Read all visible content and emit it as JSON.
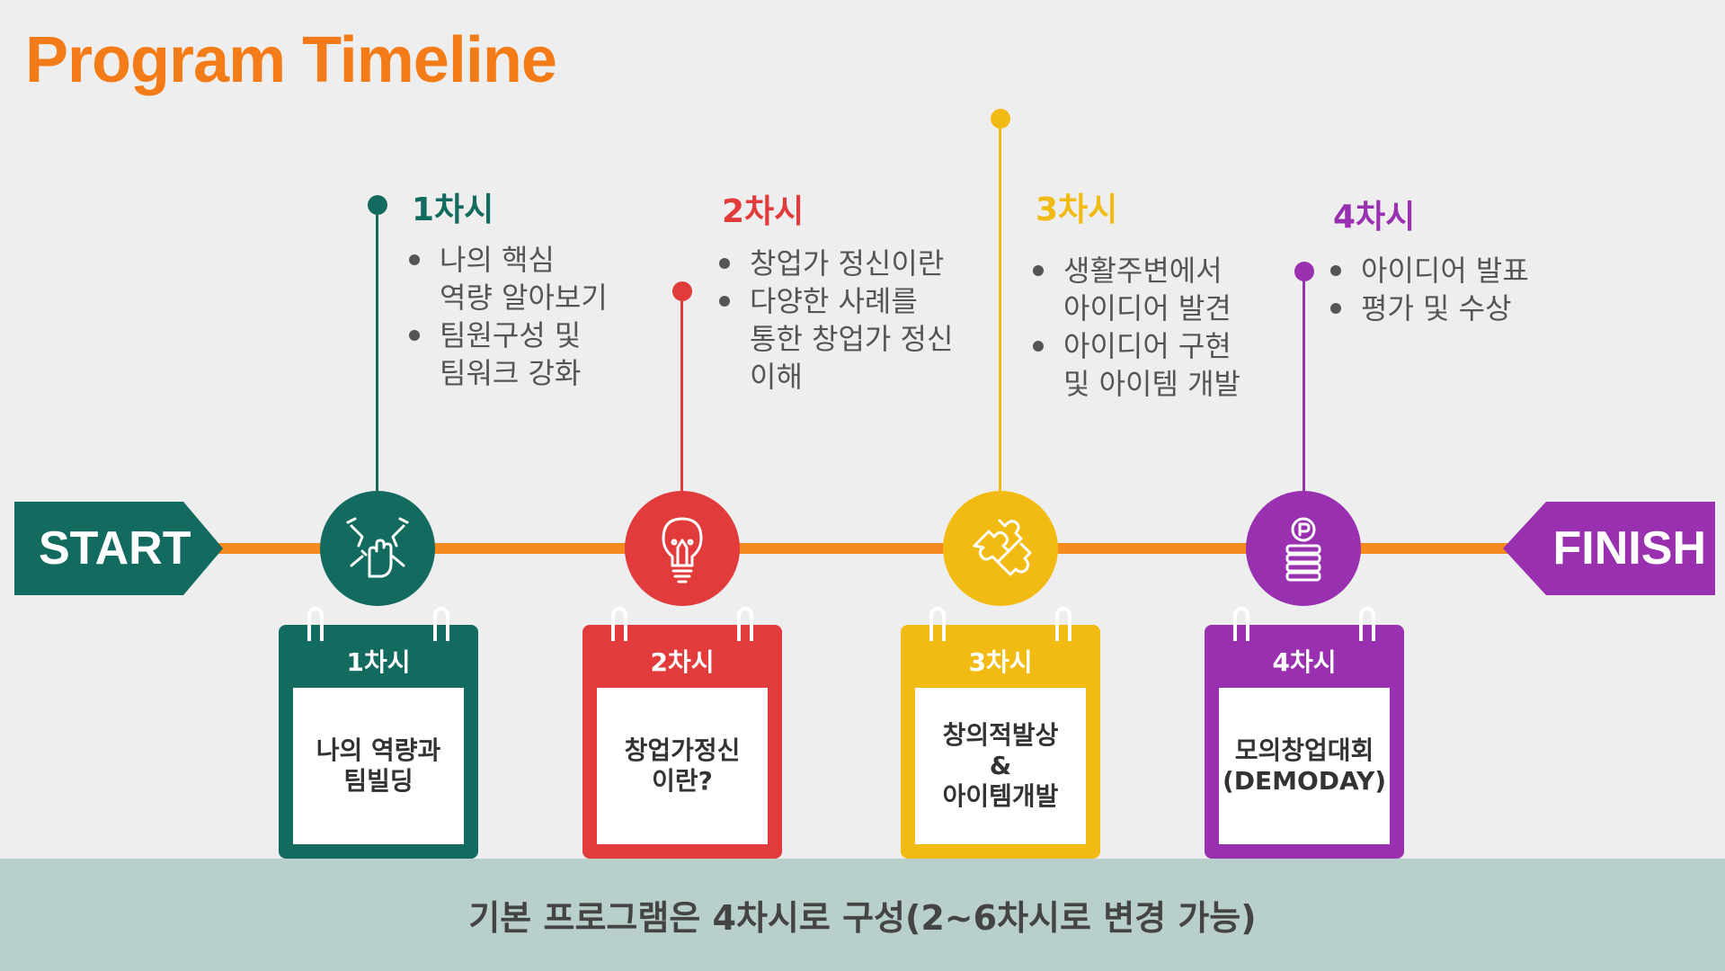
{
  "title": "Program Timeline",
  "start_label": "START",
  "finish_label": "FINISH",
  "colors": {
    "title": "#f47c18",
    "timeline": "#f58a1f",
    "start": "#126b5e",
    "finish": "#9830b0",
    "footer_bg": "#b8cfcb"
  },
  "sessions": [
    {
      "title": "1차시",
      "color": "#126b5e",
      "icon": "teamwork-hands-icon",
      "points": [
        "나의 핵심\n역량 알아보기",
        "팀원구성 및\n팀워크 강화"
      ],
      "card_label": "1차시",
      "card_text": "나의 역량과\n팀빌딩"
    },
    {
      "title": "2차시",
      "color": "#e23b3b",
      "icon": "lightbulb-icon",
      "points": [
        "창업가 정신이란",
        "다양한 사례를\n통한 창업가 정신\n이해"
      ],
      "card_label": "2차시",
      "card_text": "창업가정신\n이란?"
    },
    {
      "title": "3차시",
      "color": "#f2bb14",
      "icon": "puzzle-icon",
      "points": [
        "생활주변에서\n아이디어 발견",
        "아이디어 구현\n및 아이템 개발"
      ],
      "card_label": "3차시",
      "card_text": "창의적발상\n&\n아이템개발"
    },
    {
      "title": "4차시",
      "color": "#9830b0",
      "icon": "coins-icon",
      "points": [
        "아이디어 발표",
        "평가 및 수상"
      ],
      "card_label": "4차시",
      "card_text": "모의창업대회\n(DEMODAY)"
    }
  ],
  "footer": "기본 프로그램은 4차시로 구성(2~6차시로 변경 가능)"
}
